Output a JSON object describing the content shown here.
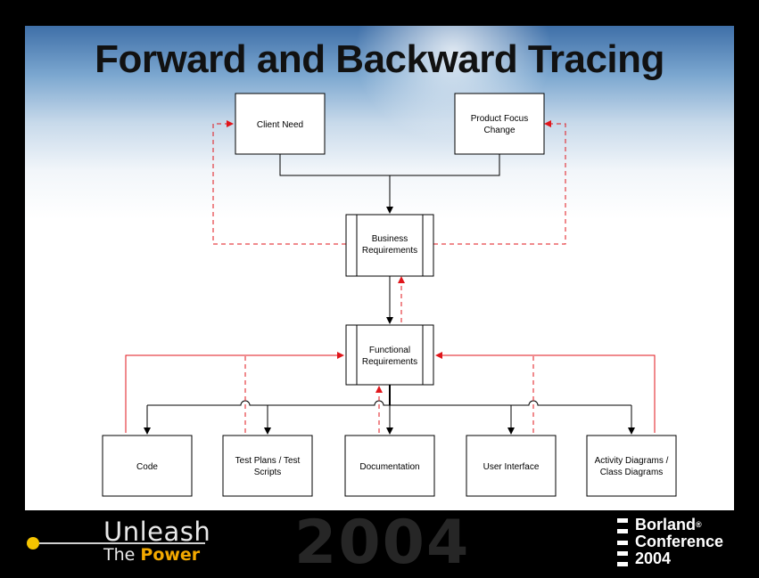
{
  "title": "Forward and Backward Tracing",
  "colors": {
    "backward_trace": "#e0161b",
    "forward_trace": "#000000"
  },
  "nodes": {
    "client_need": "Client Need",
    "product_focus": [
      "Product Focus",
      "Change"
    ],
    "business_req": [
      "Business",
      "Requirements"
    ],
    "functional_req": [
      "Functional",
      "Requirements"
    ],
    "code": "Code",
    "test_plans": [
      "Test Plans / Test",
      "Scripts"
    ],
    "documentation": "Documentation",
    "user_interface": "User Interface",
    "activity_diagrams": [
      "Activity Diagrams /",
      "Class Diagrams"
    ]
  },
  "footer": {
    "unleash": "Unleash",
    "the": "The ",
    "power": "Power",
    "year": "2004",
    "conference_lines": [
      "Borland",
      "Conference",
      "2004"
    ]
  }
}
